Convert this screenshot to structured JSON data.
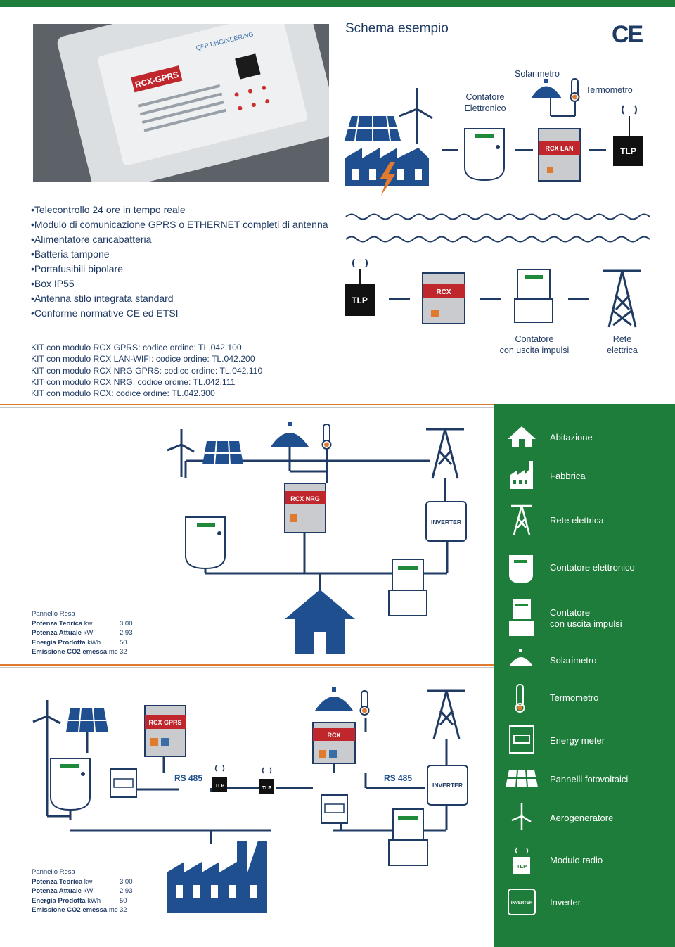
{
  "header": {
    "title": "Schema esempio",
    "ce_mark": "CE"
  },
  "top_diagram": {
    "labels": {
      "contatore_elettronico": [
        "Contatore",
        "Elettronico"
      ],
      "solarimetro": "Solarimetro",
      "termometro": "Termometro",
      "rcx_lan": "RCX LAN",
      "tlp": "TLP"
    }
  },
  "features": [
    "Telecontrollo 24 ore in tempo reale",
    "Modulo di comunicazione GPRS o ETHERNET completi di antenna",
    "Alimentatore caricabatteria",
    "Batteria tampone",
    "Portafusibili bipolare",
    "Box IP55",
    "Antenna stilo integrata standard",
    "Conforme normative CE ed ETSI"
  ],
  "photo_labels": {
    "device": "RCX-GPRS",
    "brand": "QFP ENGINEERING"
  },
  "mid_diagram": {
    "tlp": "TLP",
    "rcx": "RCX",
    "contatore": [
      "Contatore",
      "con uscita impulsi"
    ],
    "rete": [
      "Rete",
      "elettrica"
    ]
  },
  "kits": [
    "KIT con modulo RCX GPRS: codice ordine: TL.042.100",
    "KIT con modulo RCX LAN-WIFI: codice ordine: TL.042.200",
    "KIT con modulo RCX NRG GPRS: codice ordine: TL.042.110",
    "KIT con modulo RCX NRG: codice ordine: TL.042.111",
    "KIT con modulo RCX: codice ordine: TL.042.300"
  ],
  "diagram2": {
    "rcx_nrg": "RCX NRG",
    "inverter": "INVERTER"
  },
  "stats": {
    "title": "Pannello Resa",
    "rows": [
      {
        "label": "Potenza Teorica",
        "unit": "kw",
        "value": "3.00"
      },
      {
        "label": "Potenza Attuale",
        "unit": "kW",
        "value": "2.93"
      },
      {
        "label": "Energia Prodotta",
        "unit": "kWh",
        "value": "50"
      },
      {
        "label": "Emissione CO2 emessa",
        "unit": "mc",
        "value": "32"
      }
    ]
  },
  "diagram3": {
    "rcx_gprs": "RCX GPRS",
    "rcx": "RCX",
    "rs485_a": "RS 485",
    "rs485_b": "RS 485",
    "tlp": "TLP",
    "inverter": "INVERTER"
  },
  "legend": [
    {
      "icon": "house-icon",
      "label": "Abitazione"
    },
    {
      "icon": "factory-icon",
      "label": "Fabbrica"
    },
    {
      "icon": "pylon-icon",
      "label": "Rete elettrica"
    },
    {
      "icon": "meter-icon",
      "label": "Contatore elettronico"
    },
    {
      "icon": "pulse-meter-icon",
      "label": "Contatore",
      "label2": "con uscita impulsi"
    },
    {
      "icon": "pyranometer-icon",
      "label": "Solarimetro"
    },
    {
      "icon": "thermometer-icon",
      "label": "Termometro"
    },
    {
      "icon": "energy-meter-icon",
      "label": "Energy meter"
    },
    {
      "icon": "solar-panel-icon",
      "label": "Pannelli fotovoltaici"
    },
    {
      "icon": "wind-turbine-icon",
      "label": "Aerogeneratore"
    },
    {
      "icon": "radio-module-icon",
      "label": "Modulo radio",
      "badge": "TLP"
    },
    {
      "icon": "inverter-icon",
      "label": "Inverter",
      "badge": "INVERTER"
    }
  ],
  "colors": {
    "navy": "#1f3a63",
    "green": "#1e7d3a",
    "orange": "#e07a2e",
    "device_red": "#c0272d",
    "device_gray": "#c9cbce"
  }
}
